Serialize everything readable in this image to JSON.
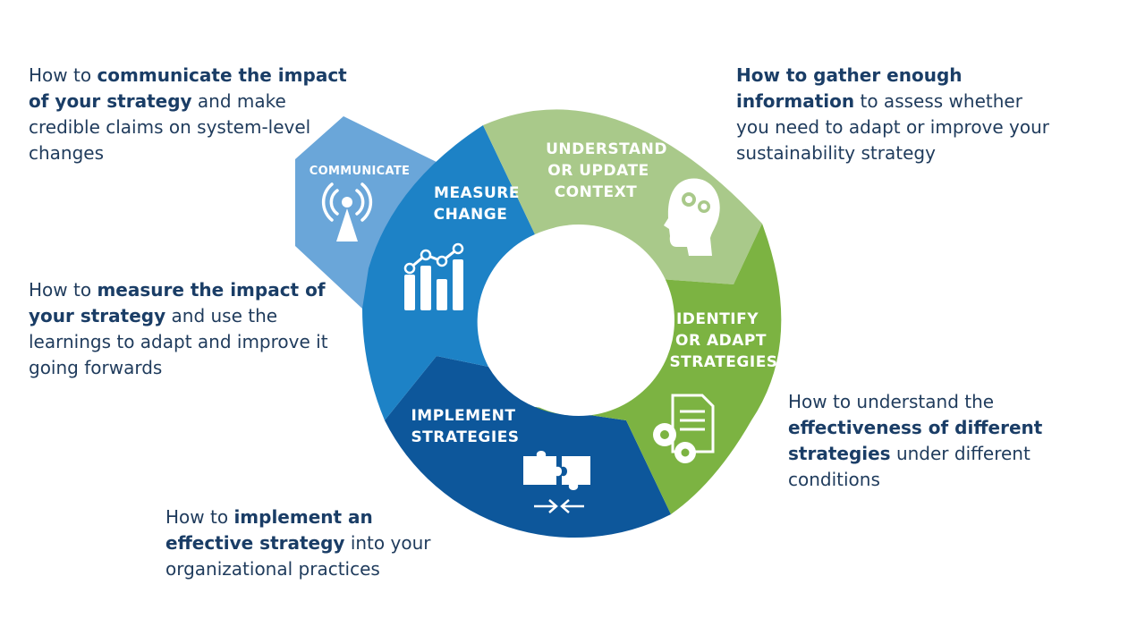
{
  "segments": {
    "communicate": {
      "label": "COMMUNICATE",
      "color": "#6aa6d9"
    },
    "measure": {
      "line1": "MEASURE",
      "line2": "CHANGE",
      "color": "#1d82c6"
    },
    "understand": {
      "line1": "UNDERSTAND",
      "line2": "OR UPDATE",
      "line3": "CONTEXT",
      "color": "#a9c98a"
    },
    "identify": {
      "line1": "IDENTIFY",
      "line2": "OR ADAPT",
      "line3": "STRATEGIES",
      "color": "#7cb342"
    },
    "implement": {
      "line1": "IMPLEMENT",
      "line2": "STRATEGIES",
      "color": "#0d579b"
    }
  },
  "descriptions": {
    "communicate": {
      "pre": "How to ",
      "bold": "communicate the impact of your strategy",
      "post": " and make credible claims on system-level changes"
    },
    "gather": {
      "pre": "",
      "bold": "How to gather enough information",
      "post": " to assess whether you need to adapt or improve your sustainability strategy"
    },
    "measure": {
      "pre": "How to ",
      "bold": "measure the impact of your strategy",
      "post": " and use the learnings to adapt and improve it going forwards"
    },
    "understand": {
      "pre": "How to understand the ",
      "bold": "effectiveness of different strategies",
      "post": " under different conditions"
    },
    "implement": {
      "pre": "How to ",
      "bold": "implement an effective strategy",
      "post": " into your organizational practices"
    }
  }
}
